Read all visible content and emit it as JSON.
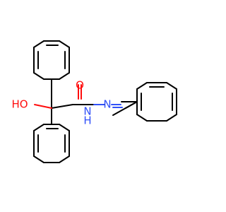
{
  "molecule": {
    "atoms": {
      "hydroxyl": "HO",
      "carbonyl_oxygen": "O",
      "nitrogen_imine": "N",
      "nitrogen_amide": "N",
      "amide_hydrogen": "H"
    },
    "colors": {
      "bond": "#000000",
      "oxygen": "#ff0d0d",
      "nitrogen": "#3050f8",
      "background": "#ffffff"
    }
  }
}
